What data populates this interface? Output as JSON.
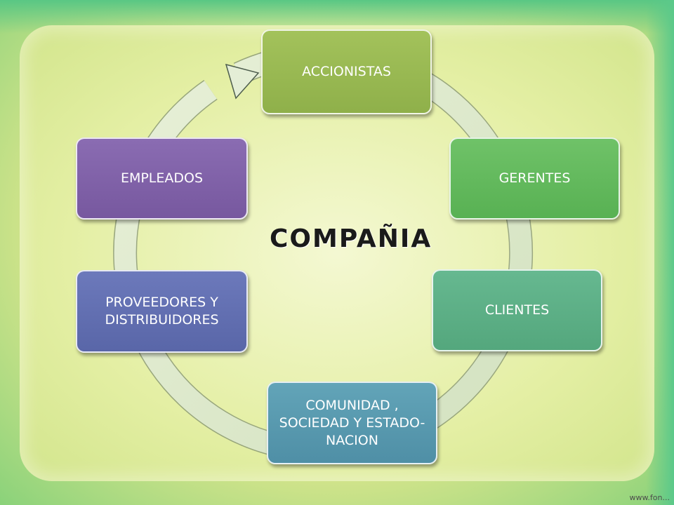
{
  "diagram": {
    "center_label": "COMPAÑIA",
    "nodes": [
      {
        "id": "accionistas",
        "label": "ACCIONISTAS",
        "color": "#9bbb59"
      },
      {
        "id": "gerentes",
        "label": "GERENTES",
        "color": "#5fb95a"
      },
      {
        "id": "clientes",
        "label": "CLIENTES",
        "color": "#5daf87"
      },
      {
        "id": "comunidad",
        "label": "COMUNIDAD , SOCIEDAD Y ESTADO-NACION",
        "color": "#5899af"
      },
      {
        "id": "proveedores",
        "label": "PROVEEDORES Y DISTRIBUIDORES",
        "color": "#636fb2"
      },
      {
        "id": "empleados",
        "label": "EMPLEADOS",
        "color": "#8062a8"
      }
    ],
    "ring_color": "#dde9c9"
  },
  "watermark": "www.fon..."
}
